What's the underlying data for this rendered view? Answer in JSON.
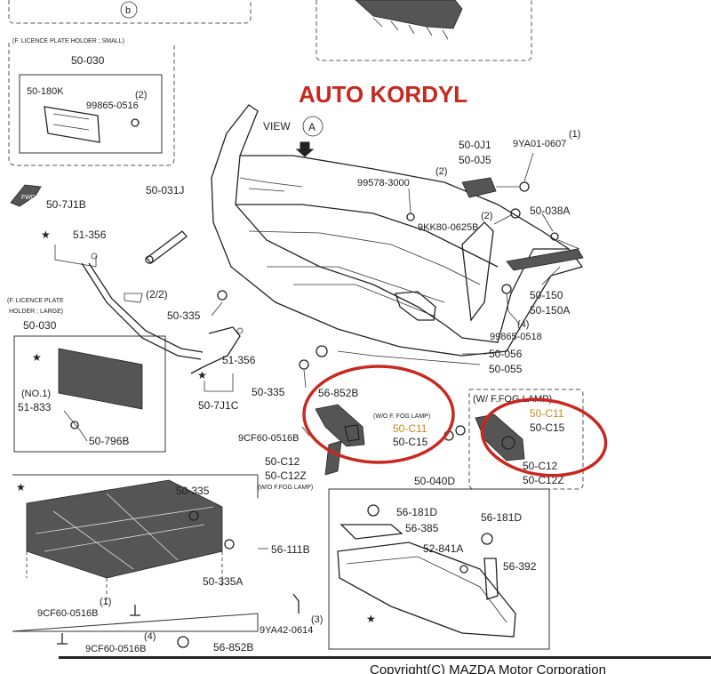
{
  "brand": "AUTO KORDYL",
  "copyright": "Copyright(C) MAZDA Motor Corporation",
  "view_label": "VIEW",
  "view_letter": "A",
  "circle_b": "b",
  "fraction": "(2/2)",
  "star": "★",
  "plate_small": {
    "caption": "(F. LICENCE PLATE HOLDER ; SMALL)",
    "code": "50-030",
    "part1": "50-180K",
    "part2_qty": "(2)",
    "part2": "99865-0516"
  },
  "plate_large": {
    "caption1": "(F. LICENCE PLATE",
    "caption2": "HOLDER ; LARGE)",
    "code": "50-030",
    "no1": "(NO.1)",
    "part1": "51-833",
    "part2": "50-796B"
  },
  "labels": {
    "l_50_031J": "50-031J",
    "l_50_7J1B": "50-7J1B",
    "l_51_356_a": "51-356",
    "l_50_335_a": "50-335",
    "l_51_356_b": "51-356",
    "l_50_7J1C": "50-7J1C",
    "l_50_335_b": "50-335",
    "l_56_852B": "56-852B",
    "l_9CF60_0516B": "9CF60-0516B",
    "l_50_C12": "50-C12",
    "l_50_C12Z": "50-C12Z",
    "l_wo_fog_small": "(W/O F. FOG LAMP)",
    "l_wo_fog": "(W/O F.FOG LAMP)",
    "l_50_C11": "50-C11",
    "l_50_C15": "50-C15",
    "l_99578_qty": "(2)",
    "l_99578": "99578-3000",
    "l_9KK80_qty": "(2)",
    "l_9KK80": "9KK80-0625B",
    "l_50_0J1": "50-0J1",
    "l_50_0J5": "50-0J5",
    "l_9YA01_qty": "(1)",
    "l_9YA01": "9YA01-0607",
    "l_50_038A": "50-038A",
    "l_50_150": "50-150",
    "l_50_150A": "50-150A",
    "l_99865_qty": "(4)",
    "l_99865": "99865-0518",
    "l_50_056": "50-056",
    "l_50_055": "50-055",
    "l_w_fog": "(W/ F.FOG LAMP)",
    "l_50_C11_b": "50-C11",
    "l_50_C15_b": "50-C15",
    "l_50_C12_b": "50-C12",
    "l_50_C12Z_b": "50-C12Z",
    "l_50_040D": "50-040D",
    "l_56_181D_a": "56-181D",
    "l_56_385": "56-385",
    "l_56_181D_b": "56-181D",
    "l_52_841A": "52-841A",
    "l_56_392": "56-392",
    "l_50_335_c": "50-335",
    "l_56_111B": "56-111B",
    "l_50_335A": "50-335A",
    "l_9CF60_qty1": "(1)",
    "l_9CF60_0516B_a": "9CF60-0516B",
    "l_9CF60_qty4": "(4)",
    "l_9CF60_0516B_b": "9CF60-0516B",
    "l_56_852B_b": "56-852B",
    "l_9YA42_qty": "(3)",
    "l_9YA42": "9YA42-0614"
  },
  "colors": {
    "brand": "#c8281f",
    "highlight": "#c98a1d",
    "ink": "#222222"
  }
}
